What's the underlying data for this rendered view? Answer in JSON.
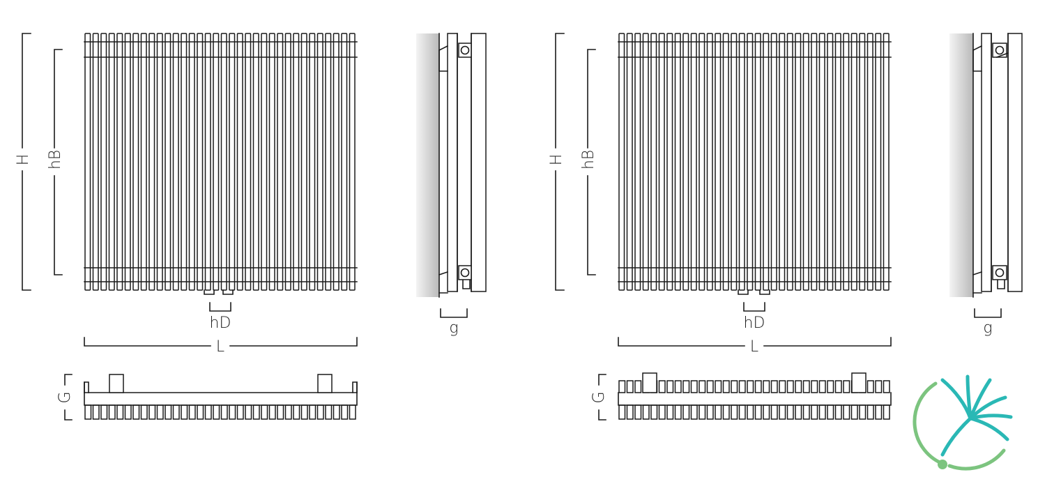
{
  "labels": {
    "height": "H",
    "bracket_height": "hB",
    "connection_spacing": "hD",
    "length": "L",
    "wall_gap": "g",
    "depth": "G"
  },
  "views": [
    {
      "name": "single-radiator",
      "tubes": 34,
      "depth_rows": 1
    },
    {
      "name": "double-radiator",
      "tubes": 34,
      "depth_rows": 2
    }
  ],
  "logo": {
    "icon": "dandelion-seed-logo",
    "colors": [
      "#2ab8b5",
      "#7cc47f"
    ]
  },
  "colors": {
    "line": "#1a1a1a",
    "wall_dark": "#bdbdbd",
    "wall_light": "#f3f3f3"
  }
}
